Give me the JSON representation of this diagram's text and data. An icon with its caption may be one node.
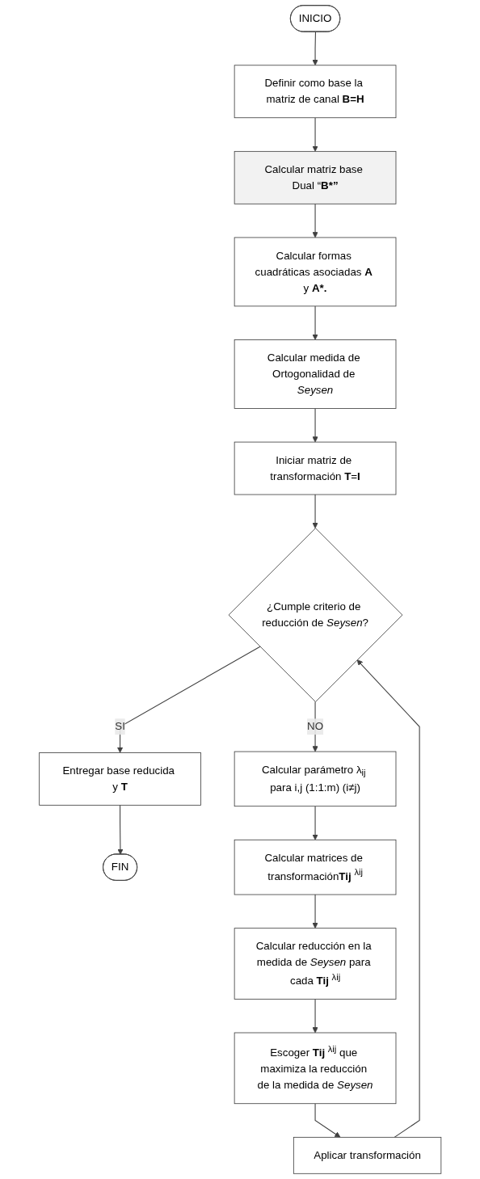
{
  "diagram": {
    "nodes": [
      {
        "text": [
          "INICIO"
        ]
      },
      {
        "text": [
          "Definir como base la matriz de canal **B=H**"
        ]
      },
      {
        "text": [
          "Calcular matriz base Dual “**B*”**"
        ]
      },
      {
        "text": [
          "Calcular formas cuadráticas asociadas **A** y **A*.**"
        ]
      },
      {
        "text": [
          "Calcular medida de Ortogonalidad de *Seysen*"
        ]
      },
      {
        "text": [
          "Iniciar matriz de transformación **T**=**I**"
        ]
      },
      {
        "text": [
          "¿Cumple criterio de reducción de *Seysen*?"
        ]
      },
      {
        "text": [
          "Entregar base reducida y **T**"
        ]
      },
      {
        "text": [
          "FIN"
        ]
      },
      {
        "text": [
          "Calcular parámetro λ$_{ij}$ para i,j (1:1:m) (i≠j)"
        ]
      },
      {
        "text": [
          "Calcular matrices de transformación**Tij** $^{λij}$"
        ]
      },
      {
        "text": [
          "Calcular reducción en la medida de *Seysen* para cada **Tij** $^{λij}$"
        ]
      },
      {
        "text": [
          "Escoger **Tij** $^{λij}$ que maximiza la reducción de la medida de *Seysen*"
        ]
      },
      {
        "text": [
          "Aplicar transformación"
        ]
      }
    ],
    "edges": [
      {
        "from": 0,
        "to": 1,
        "arrow": "to"
      },
      {
        "from": 1,
        "to": 2,
        "arrow": "to"
      },
      {
        "from": 2,
        "to": 3,
        "arrow": "to"
      },
      {
        "from": 3,
        "to": 4,
        "arrow": "to"
      },
      {
        "from": 4,
        "to": 5,
        "arrow": "to"
      },
      {
        "from": 5,
        "to": 6,
        "arrow": "to"
      },
      {
        "from": 6,
        "to": 7,
        "label": "SI",
        "arrow": "to"
      },
      {
        "from": 7,
        "to": 8,
        "arrow": "to"
      },
      {
        "from": 6,
        "to": 9,
        "label": "NO",
        "arrow": "to"
      },
      {
        "from": 9,
        "to": 10,
        "arrow": "to"
      },
      {
        "from": 10,
        "to": 11,
        "arrow": "to"
      },
      {
        "from": 11,
        "to": 12,
        "arrow": "to"
      },
      {
        "from": 12,
        "to": 13,
        "arrow": "to"
      },
      {
        "from": 13,
        "to": 6,
        "arrow": "to"
      }
    ]
  }
}
